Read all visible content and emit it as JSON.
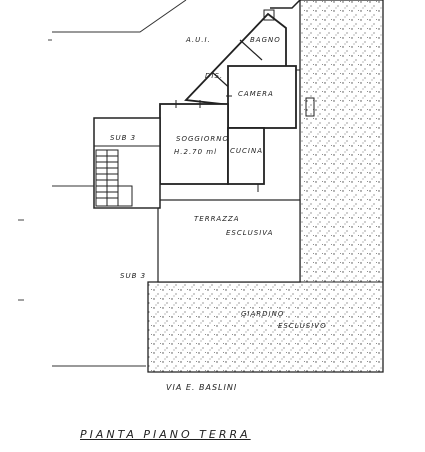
{
  "plan": {
    "title": "PIANTA PIANO TERRA",
    "street": "VIA E. BASLINI",
    "rooms": {
      "aui": "A.U.I.",
      "bagno": "BAGNO",
      "dis": "DIS.",
      "camera": "CAMERA",
      "soggiorno": "SOGGIORNO",
      "soggiorno_height": "H.2.70 ml",
      "cucina": "CUCINA",
      "terrazza": "TERRAZZA",
      "terrazza_sub": "ESCLUSIVA",
      "giardino": "GIARDINO",
      "giardino_sub": "ESCLUSIVO",
      "sub3_upper": "SUB 3",
      "sub3_lower": "SUB 3"
    }
  }
}
